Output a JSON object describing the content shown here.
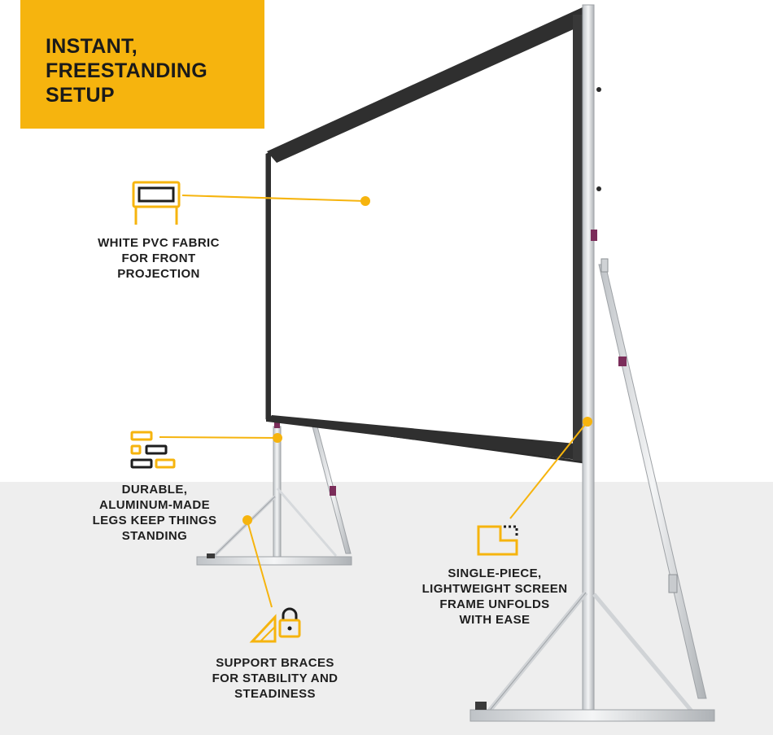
{
  "headline": {
    "lines": [
      "INSTANT,",
      "FREESTANDING",
      "SETUP"
    ]
  },
  "features": [
    {
      "icon": "screen-on-stand-icon",
      "lines": [
        "WHITE PVC FABRIC",
        "FOR FRONT",
        "PROJECTION"
      ]
    },
    {
      "icon": "aluminum-bars-icon",
      "lines": [
        "DURABLE,",
        "ALUMINUM-MADE",
        "LEGS KEEP THINGS",
        "STANDING"
      ]
    },
    {
      "icon": "brace-lock-icon",
      "lines": [
        "SUPPORT BRACES",
        "FOR STABILITY AND",
        "STEADINESS"
      ]
    },
    {
      "icon": "unfold-frame-icon",
      "lines": [
        "SINGLE-PIECE,",
        "LIGHTWEIGHT SCREEN",
        "FRAME UNFOLDS",
        "WITH EASE"
      ]
    }
  ],
  "colors": {
    "accent": "#f6b40e",
    "text": "#1e1e1e",
    "floor": "#eeeeee",
    "frame_border": "#2b2b2b",
    "metal": "#d9dcdf",
    "hinge": "#7b2d5a"
  }
}
